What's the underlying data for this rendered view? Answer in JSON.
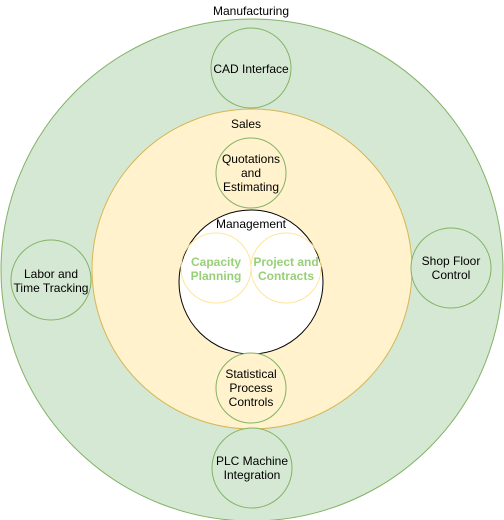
{
  "rings": {
    "outer": {
      "label": "Manufacturing",
      "fill": "#D5E8D4",
      "stroke": "#82B366"
    },
    "middle": {
      "label": "Sales",
      "fill": "#FFF2CC",
      "stroke": "#D6B656"
    },
    "inner": {
      "label": "Management",
      "fill": "#FFFFFF",
      "stroke": "#000000"
    }
  },
  "outer_nodes": {
    "cad": [
      "CAD Interface"
    ],
    "labor": [
      "Labor and",
      "Time Tracking"
    ],
    "shop": [
      "Shop Floor",
      "Control"
    ],
    "plc": [
      "PLC Machine",
      "Integration"
    ]
  },
  "middle_nodes": {
    "quotations": [
      "Quotations",
      "and",
      "Estimating"
    ],
    "spc": [
      "Statistical",
      "Process",
      "Controls"
    ]
  },
  "inner_nodes": {
    "capacity": [
      "Capacity",
      "Planning"
    ],
    "project": [
      "Project and",
      "Contracts"
    ]
  },
  "colors": {
    "node_fill_outer": "#D5E8D4",
    "node_fill_middle": "#FFF2CC",
    "node_stroke": "#82B366",
    "inner_node_stroke": "#FFE599",
    "inner_node_text": "#97D077"
  }
}
